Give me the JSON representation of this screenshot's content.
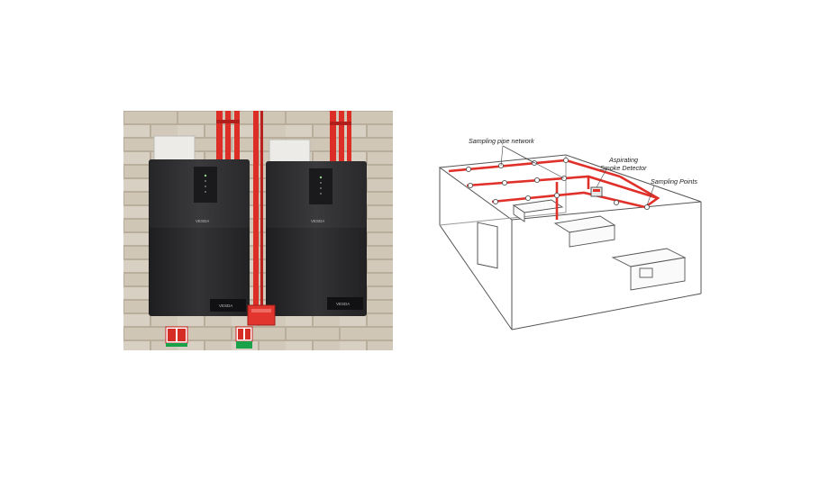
{
  "photo": {
    "unit_brand_label": "VESDA",
    "colors": {
      "wall": "#cfc7b8",
      "pipe": "#e0302a",
      "cabinet": "#2a2a2c"
    },
    "icons": [
      "fire-extinguisher-sign-icon",
      "fire-extinguisher-sign-icon"
    ]
  },
  "diagram": {
    "labels": {
      "sampling_pipe_network": "Sampling pipe network",
      "aspirating_line1": "Aspirating",
      "aspirating_line2": "Smoke Detector",
      "sampling_points": "Sampling Points"
    },
    "colors": {
      "pipe": "#e0302a",
      "outline": "#555555"
    }
  }
}
